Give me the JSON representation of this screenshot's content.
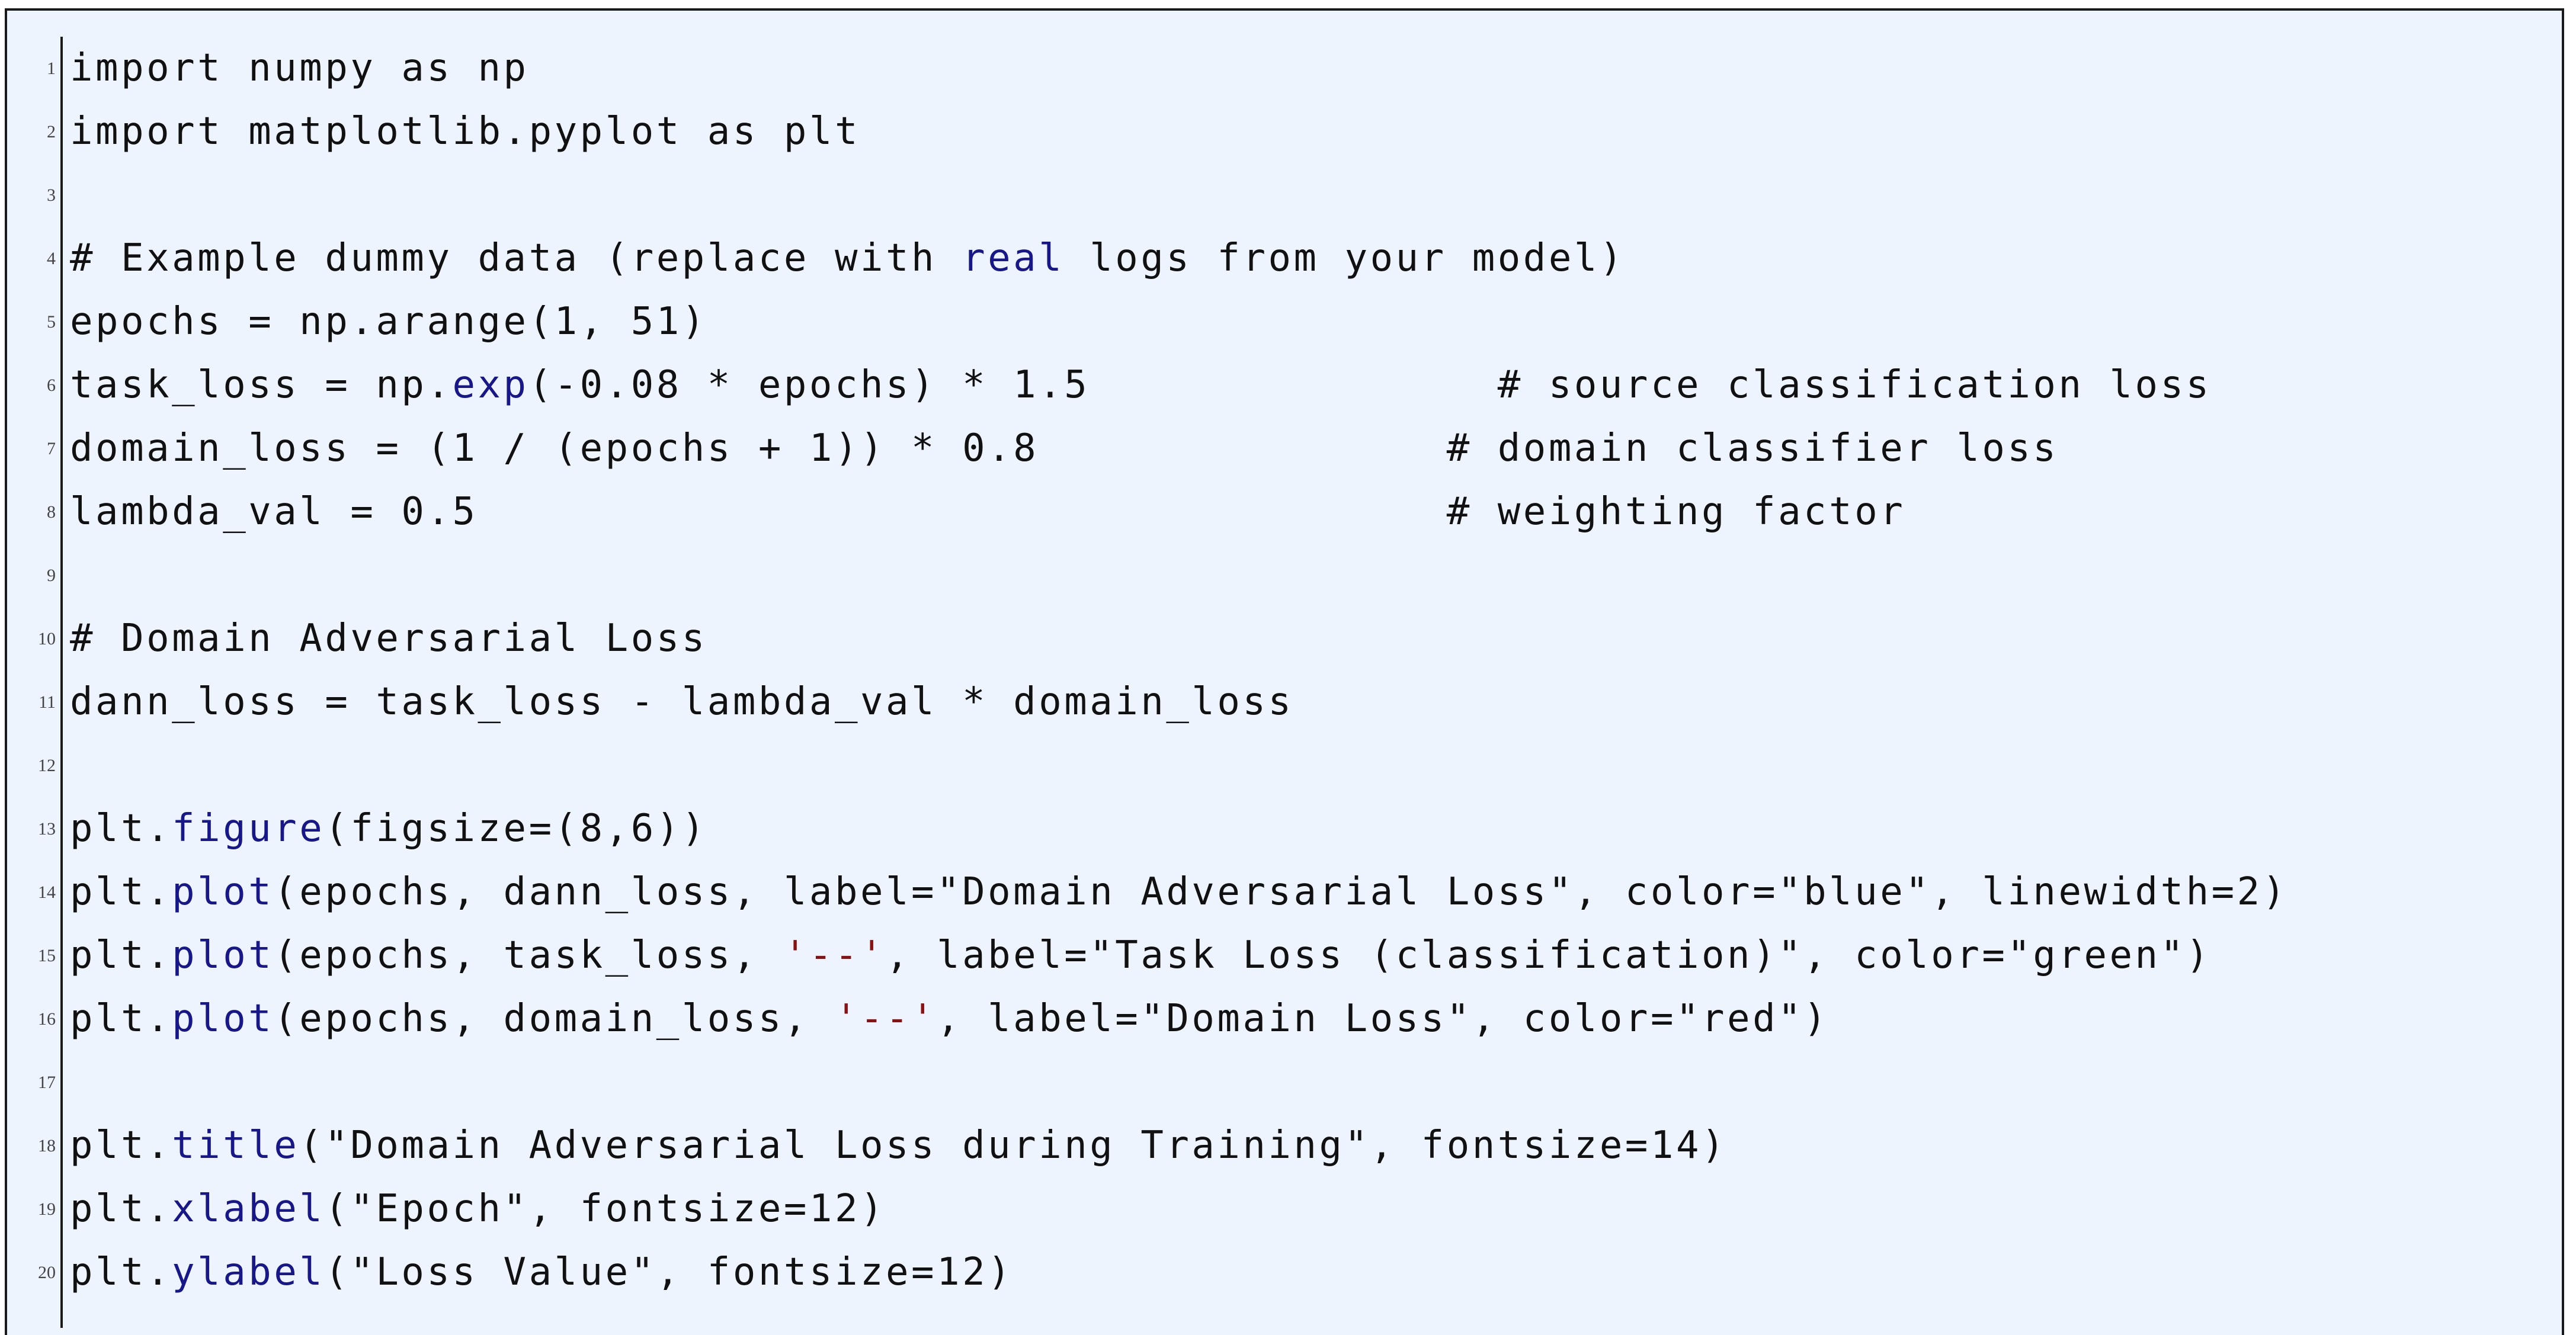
{
  "code": {
    "lines": [
      {
        "n": "1",
        "segs": [
          {
            "t": "import numpy as np",
            "k": "p"
          }
        ]
      },
      {
        "n": "2",
        "segs": [
          {
            "t": "import matplotlib.pyplot as plt",
            "k": "p"
          }
        ]
      },
      {
        "n": "3",
        "segs": []
      },
      {
        "n": "4",
        "segs": [
          {
            "t": "# Example dummy data (replace with ",
            "k": "p"
          },
          {
            "t": "real",
            "k": "kw"
          },
          {
            "t": " logs from your model)",
            "k": "p"
          }
        ]
      },
      {
        "n": "5",
        "segs": [
          {
            "t": "epochs = np.arange(1, 51)",
            "k": "p"
          }
        ]
      },
      {
        "n": "6",
        "segs": [
          {
            "t": "task_loss = np.",
            "k": "p"
          },
          {
            "t": "exp",
            "k": "kw"
          },
          {
            "t": "(-0.08 * epochs) * 1.5                # source classification loss",
            "k": "p"
          }
        ]
      },
      {
        "n": "7",
        "segs": [
          {
            "t": "domain_loss = (1 / (epochs + 1)) * 0.8                # domain classifier loss",
            "k": "p"
          }
        ]
      },
      {
        "n": "8",
        "segs": [
          {
            "t": "lambda_val = 0.5                                      # weighting factor",
            "k": "p"
          }
        ]
      },
      {
        "n": "9",
        "segs": []
      },
      {
        "n": "10",
        "segs": [
          {
            "t": "# Domain Adversarial Loss",
            "k": "p"
          }
        ]
      },
      {
        "n": "11",
        "segs": [
          {
            "t": "dann_loss = task_loss - lambda_val * domain_loss",
            "k": "p"
          }
        ]
      },
      {
        "n": "12",
        "segs": []
      },
      {
        "n": "13",
        "segs": [
          {
            "t": "plt.",
            "k": "p"
          },
          {
            "t": "figure",
            "k": "kw"
          },
          {
            "t": "(figsize=(8,6))",
            "k": "p"
          }
        ]
      },
      {
        "n": "14",
        "segs": [
          {
            "t": "plt.",
            "k": "p"
          },
          {
            "t": "plot",
            "k": "kw"
          },
          {
            "t": "(epochs, dann_loss, label=\"Domain Adversarial Loss\", color=\"blue\", linewidth=2)",
            "k": "p"
          }
        ]
      },
      {
        "n": "15",
        "segs": [
          {
            "t": "plt.",
            "k": "p"
          },
          {
            "t": "plot",
            "k": "kw"
          },
          {
            "t": "(epochs, task_loss, ",
            "k": "p"
          },
          {
            "t": "'--'",
            "k": "str"
          },
          {
            "t": ", label=\"Task Loss (classification)\", color=\"green\")",
            "k": "p"
          }
        ]
      },
      {
        "n": "16",
        "segs": [
          {
            "t": "plt.",
            "k": "p"
          },
          {
            "t": "plot",
            "k": "kw"
          },
          {
            "t": "(epochs, domain_loss, ",
            "k": "p"
          },
          {
            "t": "'--'",
            "k": "str"
          },
          {
            "t": ", label=\"Domain Loss\", color=\"red\")",
            "k": "p"
          }
        ]
      },
      {
        "n": "17",
        "segs": []
      },
      {
        "n": "18",
        "segs": [
          {
            "t": "plt.",
            "k": "p"
          },
          {
            "t": "title",
            "k": "kw"
          },
          {
            "t": "(\"Domain Adversarial Loss during Training\", fontsize=14)",
            "k": "p"
          }
        ]
      },
      {
        "n": "19",
        "segs": [
          {
            "t": "plt.",
            "k": "p"
          },
          {
            "t": "xlabel",
            "k": "kw"
          },
          {
            "t": "(\"Epoch\", fontsize=12)",
            "k": "p"
          }
        ]
      },
      {
        "n": "20",
        "segs": [
          {
            "t": "plt.",
            "k": "p"
          },
          {
            "t": "ylabel",
            "k": "kw"
          },
          {
            "t": "(\"Loss Value\", fontsize=12)",
            "k": "p"
          }
        ]
      }
    ]
  },
  "colors": {
    "background": "#edf4fd",
    "keyword": "#17178a",
    "string": "#8a1111",
    "text": "#111111"
  }
}
